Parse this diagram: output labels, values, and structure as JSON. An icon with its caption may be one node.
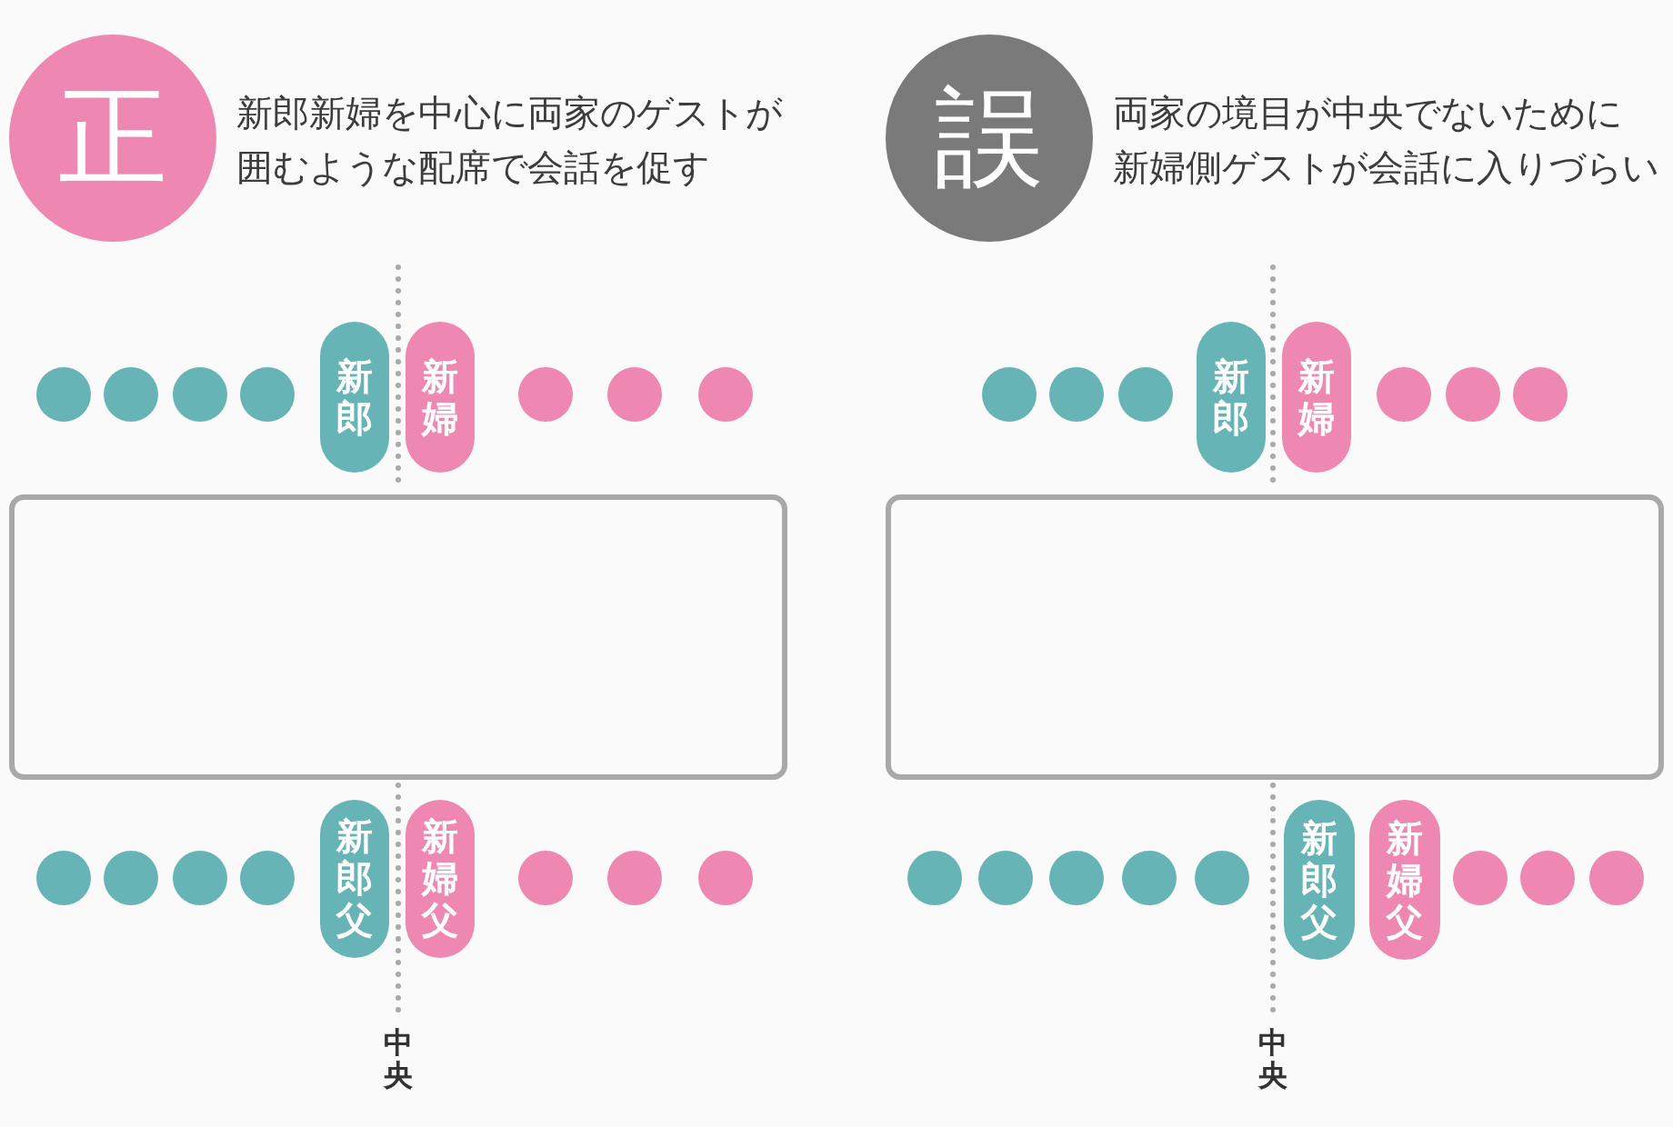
{
  "diagram": {
    "nodes": [
      {
        "text": [
          "正"
        ],
        "beside": [
          "新郎新婦を中心に両家のゲストが囲むような配席で会話を促す"
        ]
      },
      {
        "text": [],
        "shape": "circle"
      },
      {
        "text": [],
        "shape": "circle"
      },
      {
        "text": [],
        "shape": "circle"
      },
      {
        "text": [],
        "shape": "circle"
      },
      {
        "text": [
          "新郎"
        ]
      },
      {
        "text": [
          "新婦"
        ]
      },
      {
        "text": [],
        "shape": "circle"
      },
      {
        "text": [],
        "shape": "circle"
      },
      {
        "text": [],
        "shape": "circle"
      },
      {
        "text": [],
        "shape": "box"
      },
      {
        "text": [],
        "shape": "circle"
      },
      {
        "text": [],
        "shape": "circle"
      },
      {
        "text": [],
        "shape": "circle"
      },
      {
        "text": [],
        "shape": "circle"
      },
      {
        "text": [
          "新郎父"
        ]
      },
      {
        "text": [
          "新婦父"
        ]
      },
      {
        "text": [],
        "shape": "circle"
      },
      {
        "text": [],
        "shape": "circle"
      },
      {
        "text": [],
        "shape": "circle"
      },
      {
        "text": [
          "誤"
        ],
        "beside": [
          "両家の境目が中央でないために新婦側ゲストが会話に入りづらい"
        ]
      },
      {
        "text": [],
        "shape": "circle"
      },
      {
        "text": [],
        "shape": "circle"
      },
      {
        "text": [],
        "shape": "circle"
      },
      {
        "text": [
          "新郎"
        ]
      },
      {
        "text": [
          "新婦"
        ]
      },
      {
        "text": [],
        "shape": "circle"
      },
      {
        "text": [],
        "shape": "circle"
      },
      {
        "text": [],
        "shape": "circle"
      },
      {
        "text": [],
        "shape": "box"
      },
      {
        "text": [],
        "shape": "circle"
      },
      {
        "text": [],
        "shape": "circle"
      },
      {
        "text": [],
        "shape": "circle"
      },
      {
        "text": [],
        "shape": "circle"
      },
      {
        "text": [],
        "shape": "circle"
      },
      {
        "text": [
          "新郎父"
        ]
      },
      {
        "text": [
          "新婦父"
        ]
      },
      {
        "text": [],
        "shape": "circle"
      },
      {
        "text": [],
        "shape": "circle"
      },
      {
        "text": [],
        "shape": "circle"
      }
    ],
    "labels": [
      "中央",
      "中央"
    ]
  }
}
